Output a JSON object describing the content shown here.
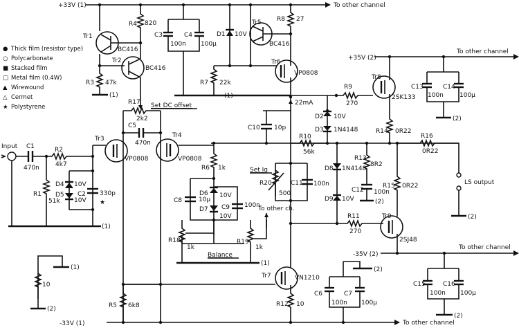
{
  "legend": [
    {
      "symbol": "●",
      "label": "Thick film (resistor type)"
    },
    {
      "symbol": "○",
      "label": "Polycarbonate"
    },
    {
      "symbol": "■",
      "label": "Stacked film"
    },
    {
      "symbol": "□",
      "label": "Metal film (0.4W)"
    },
    {
      "symbol": "▲",
      "label": "Wirewound"
    },
    {
      "symbol": "△",
      "label": "Cermet"
    },
    {
      "symbol": "★",
      "label": "Polystyrene"
    }
  ],
  "rails": {
    "pos33": "+33V (1)",
    "neg33": "-33V (1)",
    "pos35": "+35V (2)",
    "neg35": "-35V (2)",
    "to_other_1": "To other channel",
    "to_other_2": "To other channel",
    "to_other_3": "To other channel",
    "to_other_4": "To other channel",
    "to_other_ch": "To other ch."
  },
  "labels": {
    "input": "Input",
    "ls_output": "LS output",
    "set_dc_offset": "Set DC offset",
    "set_iq": "Set Iq",
    "balance": "Balance",
    "current": "22mA",
    "g1": "(1)",
    "g2": "(2)"
  },
  "components": {
    "Tr1": {
      "ref": "Tr1",
      "val": "BC416"
    },
    "Tr2": {
      "ref": "Tr2",
      "val": "BC416"
    },
    "Tr3": {
      "ref": "Tr3",
      "val": "VP0808"
    },
    "Tr4": {
      "ref": "Tr4",
      "val": "VP0808"
    },
    "Tr5": {
      "ref": "Tr5",
      "val": "BC416"
    },
    "Tr6": {
      "ref": "Tr6",
      "val": "VP0808"
    },
    "Tr7": {
      "ref": "Tr7",
      "val": "VN1210"
    },
    "Tr8": {
      "ref": "Tr8",
      "val": "2SK133"
    },
    "Tr9": {
      "ref": "Tr9",
      "val": "2SJ48"
    },
    "R1": {
      "ref": "R1",
      "val": "51k"
    },
    "R2": {
      "ref": "R2",
      "val": "4k7"
    },
    "R3": {
      "ref": "R3",
      "val": "47k"
    },
    "R4": {
      "ref": "R4",
      "val": "820"
    },
    "R5": {
      "ref": "R5",
      "val": "6k8"
    },
    "R6": {
      "ref": "R6",
      "val": "1k"
    },
    "R7": {
      "ref": "R7",
      "val": "22k"
    },
    "R8": {
      "ref": "R8",
      "val": "27"
    },
    "R9": {
      "ref": "R9",
      "val": "270"
    },
    "R10": {
      "ref": "R10",
      "val": "56k"
    },
    "R11": {
      "ref": "R11",
      "val": "270"
    },
    "R12": {
      "ref": "R12",
      "val": "10"
    },
    "R13": {
      "ref": "R13",
      "val": "8R2"
    },
    "R14": {
      "ref": "R14",
      "val": "0R22"
    },
    "R15": {
      "ref": "R15",
      "val": "0R22"
    },
    "R16": {
      "ref": "R16",
      "val": "0R22"
    },
    "R17": {
      "ref": "R17",
      "val": "2k2"
    },
    "R18": {
      "ref": "R18",
      "val": "1k"
    },
    "R19": {
      "ref": "R19",
      "val": "1k"
    },
    "R20": {
      "ref": "R20",
      "val": "500"
    },
    "Rg": {
      "ref": "",
      "val": "10"
    },
    "C1": {
      "ref": "C1",
      "val": "470n"
    },
    "C2": {
      "ref": "C2",
      "val": "330p"
    },
    "C3": {
      "ref": "C3",
      "val": "100n"
    },
    "C4": {
      "ref": "C4",
      "val": "100µ"
    },
    "C5": {
      "ref": "C5",
      "val": "470n"
    },
    "C6": {
      "ref": "C6",
      "val": "100n"
    },
    "C7": {
      "ref": "C7",
      "val": "100µ"
    },
    "C8": {
      "ref": "C8",
      "val": "10µ"
    },
    "C9": {
      "ref": "C9",
      "val": "100n"
    },
    "C10": {
      "ref": "C10",
      "val": "10p"
    },
    "C11": {
      "ref": "C11",
      "val": "100n"
    },
    "C12": {
      "ref": "C12",
      "val": "100n"
    },
    "C13": {
      "ref": "C13",
      "val": "100n"
    },
    "C14": {
      "ref": "C14",
      "val": "100µ"
    },
    "C15": {
      "ref": "C15",
      "val": "100n"
    },
    "C16": {
      "ref": "C16",
      "val": "100µ"
    },
    "D1": {
      "ref": "D1",
      "val": "10V"
    },
    "D2": {
      "ref": "D2",
      "val": "10V"
    },
    "D3": {
      "ref": "D3",
      "val": "1N4148"
    },
    "D4": {
      "ref": "D4",
      "val": "10V"
    },
    "D5": {
      "ref": "D5",
      "val": "10V"
    },
    "D6": {
      "ref": "D6",
      "val": "10V"
    },
    "D7": {
      "ref": "D7",
      "val": "10V"
    },
    "D8": {
      "ref": "D8",
      "val": "1N4148"
    },
    "D9": {
      "ref": "D9",
      "val": "10V"
    }
  }
}
